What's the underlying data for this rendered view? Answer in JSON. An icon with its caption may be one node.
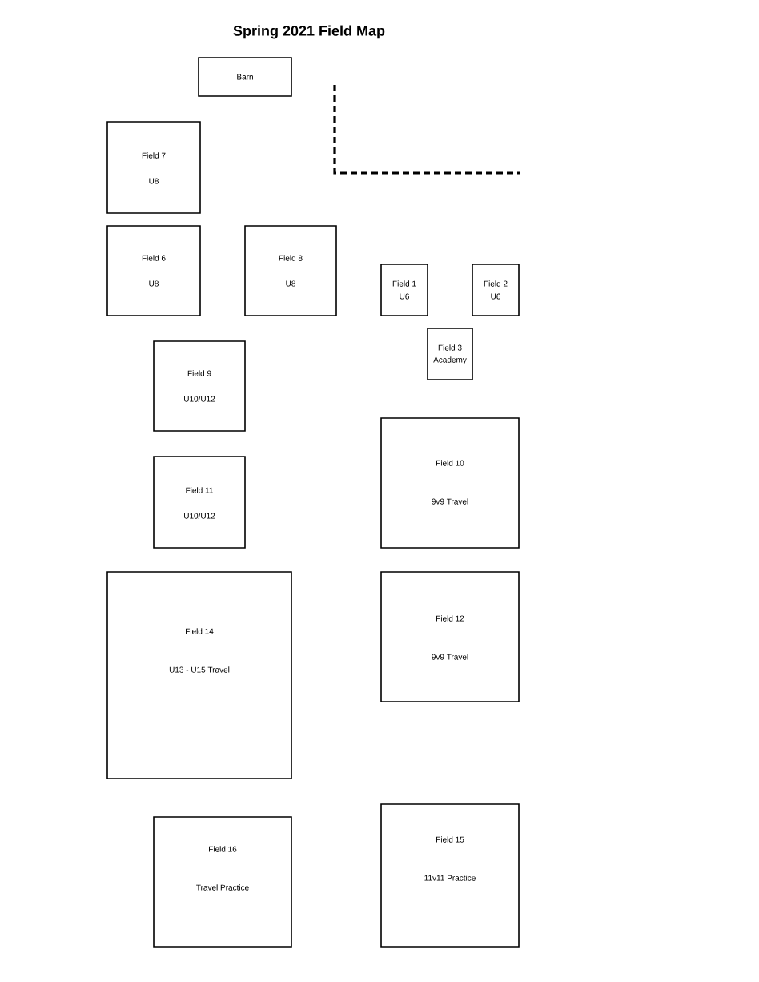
{
  "diagram": {
    "title": "Spring 2021 Field Map",
    "nodes": [
      {
        "text": [
          "Barn"
        ]
      },
      {
        "text": [
          "Field 7",
          "U8"
        ]
      },
      {
        "text": [
          "Field 6",
          "U8"
        ]
      },
      {
        "text": [
          "Field 8",
          "U8"
        ]
      },
      {
        "text": [
          "Field 1",
          "U6"
        ]
      },
      {
        "text": [
          "Field 2",
          "U6"
        ]
      },
      {
        "text": [
          "Field 3",
          "Academy"
        ]
      },
      {
        "text": [
          "Field 9",
          "U10/U12"
        ]
      },
      {
        "text": [
          "Field 11",
          "U10/U12"
        ]
      },
      {
        "text": [
          "Field 10",
          "9v9 Travel"
        ]
      },
      {
        "text": [
          "Field 14",
          "U13 - U15 Travel"
        ]
      },
      {
        "text": [
          "Field 12",
          "9v9 Travel"
        ]
      },
      {
        "text": [
          "Field 16",
          "Travel Practice"
        ]
      },
      {
        "text": [
          "Field 15",
          "11v11 Practice"
        ]
      }
    ]
  }
}
